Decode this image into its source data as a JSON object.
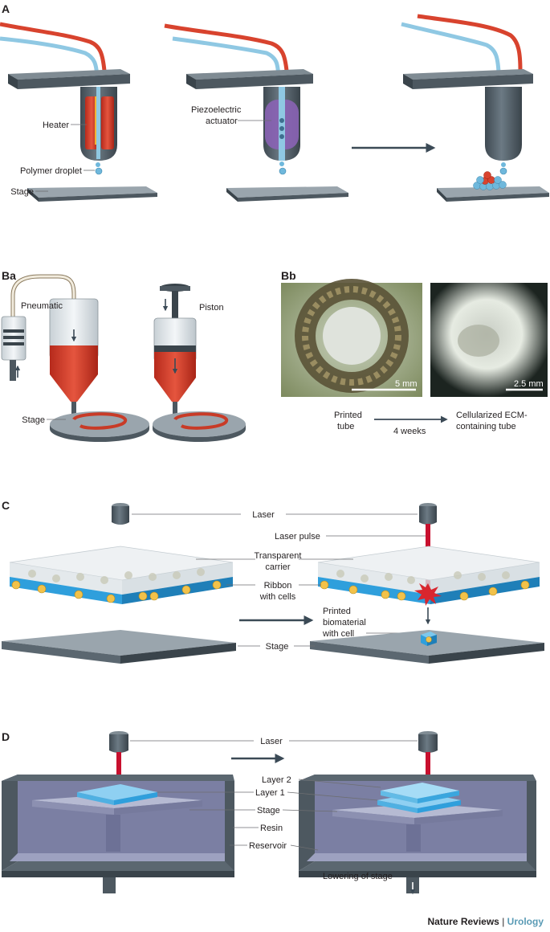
{
  "panels": {
    "a": "A",
    "ba": "Ba",
    "bb": "Bb",
    "c": "C",
    "d": "D"
  },
  "panel_a": {
    "heater": "Heater",
    "piezo_1": "Piezoelectric",
    "piezo_2": "actuator",
    "droplet": "Polymer droplet",
    "stage": "Stage"
  },
  "panel_ba": {
    "pneumatic": "Pneumatic",
    "piston": "Piston",
    "stage": "Stage"
  },
  "panel_bb": {
    "scale_1": "5 mm",
    "scale_2": "2.5 mm",
    "printed_1": "Printed",
    "printed_2": "tube",
    "weeks": "4 weeks",
    "ecm_1": "Cellularized ECM-",
    "ecm_2": "containing tube"
  },
  "panel_c": {
    "laser": "Laser",
    "laser_pulse": "Laser pulse",
    "carrier_1": "Transparent",
    "carrier_2": "carrier",
    "ribbon_1": "Ribbon",
    "ribbon_2": "with cells",
    "printed_1": "Printed",
    "printed_2": "biomaterial",
    "printed_3": "with cell",
    "stage": "Stage"
  },
  "panel_d": {
    "laser": "Laser",
    "layer2": "Layer 2",
    "layer1": "Layer 1",
    "stage": "Stage",
    "resin": "Resin",
    "reservoir": "Reservoir",
    "lowering": "Lowering of stage"
  },
  "footer": {
    "journal": "Nature Reviews",
    "separator": "|",
    "section": "Urology"
  },
  "colors": {
    "dark_metal": "#5b6770",
    "tube_red": "#d8432e",
    "tube_blue": "#8fc8e3",
    "droplet": "#6fb8dc",
    "purple": "#8a63b5",
    "ribbon": "#2f9fdc",
    "cell": "#f2c24a",
    "resin": "#8c8fb0",
    "laser_red": "#c8102e",
    "accent_text": "#5a9bb5"
  }
}
